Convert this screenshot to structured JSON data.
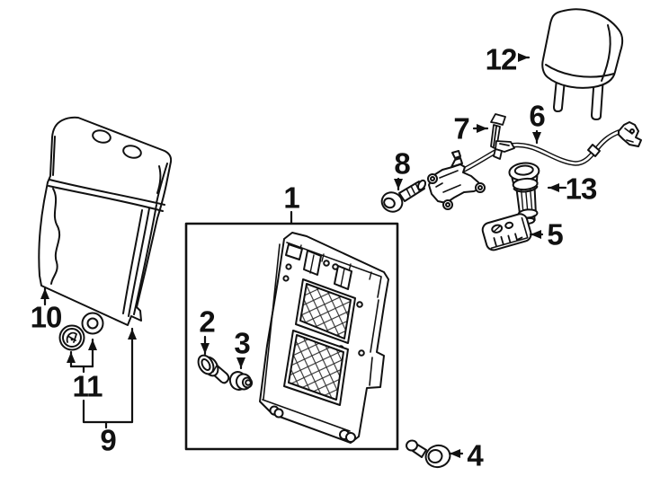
{
  "diagram": {
    "kind": "exploded-parts-diagram",
    "background": "#ffffff",
    "line_color": "#111111"
  },
  "callouts": [
    {
      "id": 1,
      "label": "1"
    },
    {
      "id": 2,
      "label": "2"
    },
    {
      "id": 3,
      "label": "3"
    },
    {
      "id": 4,
      "label": "4"
    },
    {
      "id": 5,
      "label": "5"
    },
    {
      "id": 6,
      "label": "6"
    },
    {
      "id": 7,
      "label": "7"
    },
    {
      "id": 8,
      "label": "8"
    },
    {
      "id": 9,
      "label": "9"
    },
    {
      "id": 10,
      "label": "10"
    },
    {
      "id": 11,
      "label": "11"
    },
    {
      "id": 12,
      "label": "12"
    },
    {
      "id": 13,
      "label": "13"
    }
  ]
}
